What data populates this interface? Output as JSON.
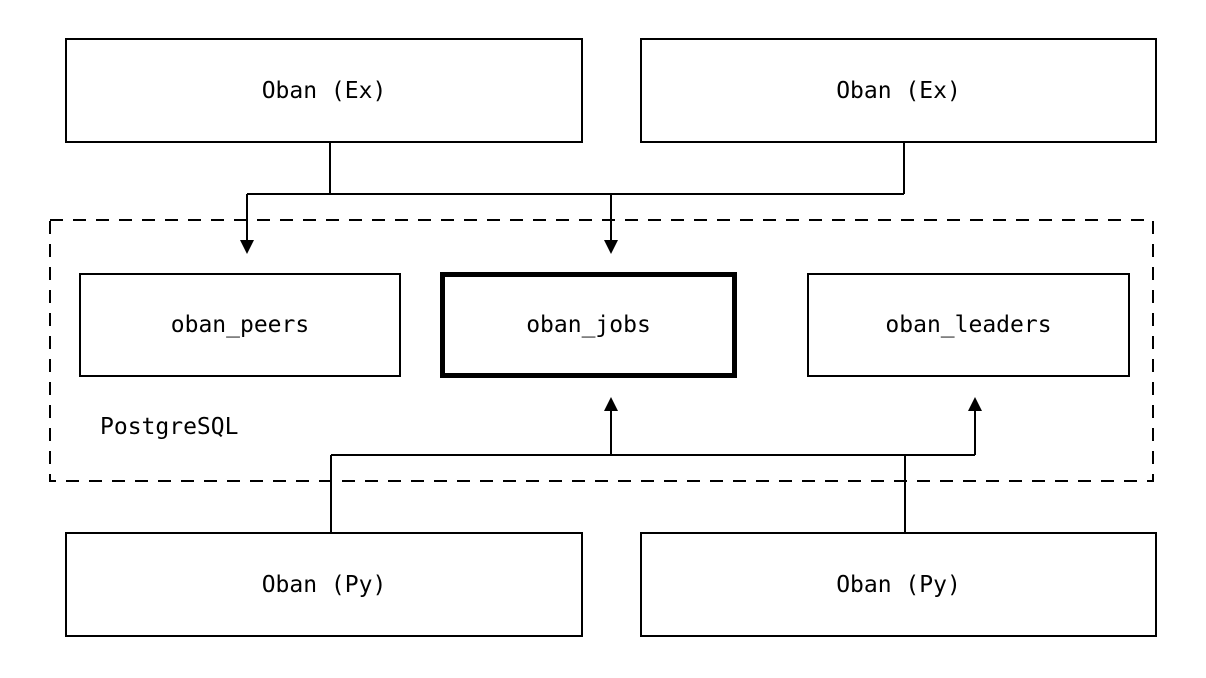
{
  "diagram": {
    "nodes": {
      "ex1": {
        "label": "Oban (Ex)"
      },
      "ex2": {
        "label": "Oban (Ex)"
      },
      "peers": {
        "label": "oban_peers"
      },
      "jobs": {
        "label": "oban_jobs",
        "emphasized": true
      },
      "leaders": {
        "label": "oban_leaders"
      },
      "py1": {
        "label": "Oban (Py)"
      },
      "py2": {
        "label": "Oban (Py)"
      }
    },
    "container": {
      "label": "PostgreSQL",
      "style": "dashed",
      "children": [
        "oban_peers",
        "oban_jobs",
        "oban_leaders"
      ]
    },
    "edges": [
      {
        "from": [
          "ex1",
          "ex2"
        ],
        "to": [
          "oban_peers",
          "oban_jobs"
        ],
        "direction": "down"
      },
      {
        "from": [
          "py1",
          "py2"
        ],
        "to": [
          "oban_jobs",
          "oban_leaders"
        ],
        "direction": "up"
      }
    ],
    "colors": {
      "line": "#000000",
      "text": "#000000",
      "node_fill": "#ffffff",
      "background": "#ffffff"
    }
  }
}
